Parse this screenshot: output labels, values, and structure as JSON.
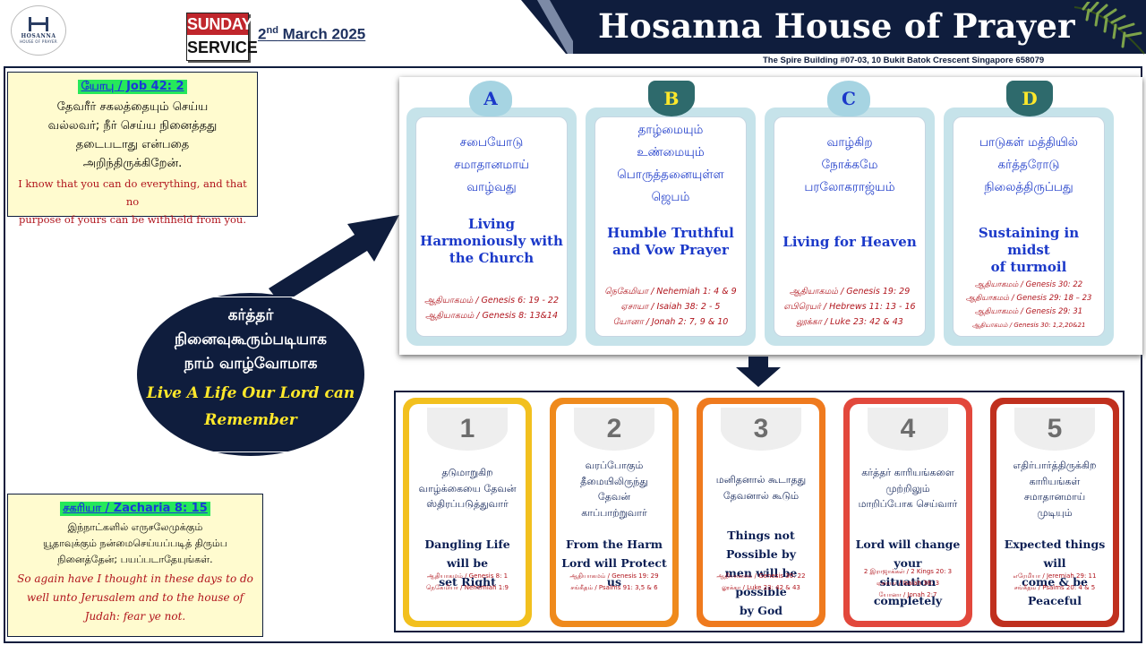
{
  "header": {
    "logo_top": "HOSANNA",
    "logo_bottom": "HOUSE OF PRAYER",
    "service_line1": "SUNDAY",
    "service_line2": "SERVICE",
    "date_day": "2",
    "date_suffix": "nd",
    "date_rest": " March 2025",
    "church_name": "Hosanna House of Prayer",
    "address": "The Spire Building #07-03, 10 Bukit Batok Crescent Singapore 658079"
  },
  "verse_top": {
    "reference": "யோபு / Job 42: 2",
    "tamil_lines": [
      "தேவரீர் சகலத்தையும் செய்ய",
      "வல்லவர்; நீர் செய்ய நினைத்தது",
      "தடைபடாது என்பதை",
      "அறிந்திருக்கிறேன்."
    ],
    "english_lines": [
      "I know that you can do everything, and that no",
      "purpose of yours can be withheld from you."
    ]
  },
  "verse_bottom": {
    "reference": "சகரியா / Zacharia 8: 15",
    "tamil_lines": [
      "இந்நாட்களில் எருசலேமுக்கும்",
      "யூதாவுக்கும் நன்மைசெய்யப்படித் திரும்ப",
      "நினைத்தேன்; பயப்படாதேயுங்கள்."
    ],
    "english_lines": [
      "So again have I thought in these days to do",
      "well unto Jerusalem and to the house of",
      "Judah: fear ye not."
    ]
  },
  "theme": {
    "tamil_lines": [
      "கர்த்தர்",
      "நினைவுகூரும்படியாக",
      "நாம் வாழ்வோமாக"
    ],
    "english_lines": [
      "Live A Life Our Lord can",
      "Remember"
    ]
  },
  "top_cards": [
    {
      "letter": "A",
      "tamil_lines": [
        "சபையோடு",
        "சமாதானமாய்",
        "வாழ்வது"
      ],
      "english_lines": [
        "Living",
        "Harmoniously with",
        "the Church"
      ],
      "refs": [
        "ஆதியாகமம் / Genesis 6: 19 - 22",
        "ஆதியாகமம் / Genesis 8: 13&14"
      ]
    },
    {
      "letter": "B",
      "tamil_lines": [
        "தாழ்மையும்",
        "உண்மையும்",
        "பொருத்தனையுள்ள",
        "ஜெபம்"
      ],
      "english_lines": [
        "Humble Truthful",
        "and Vow Prayer"
      ],
      "refs": [
        "நெகேமியா / Nehemiah 1: 4 & 9",
        "ஏசாயா / Isaiah 38: 2 - 5",
        "யோனா / Jonah 2: 7, 9 & 10"
      ]
    },
    {
      "letter": "C",
      "tamil_lines": [
        "வாழ்கிற",
        "நோக்கமே",
        "பரலோகராஜ்யம்"
      ],
      "english_lines": [
        "Living for Heaven"
      ],
      "refs": [
        "ஆதியாகமம் / Genesis 19: 29",
        "எபிரெயர் / Hebrews 11: 13 - 16",
        "லூக்கா / Luke 23: 42 & 43"
      ]
    },
    {
      "letter": "D",
      "tamil_lines": [
        "பாடுகள் மத்தியில்",
        "கர்த்தரோடு",
        "நிலைத்திருப்பது"
      ],
      "english_lines": [
        "Sustaining in midst",
        "of turmoil"
      ],
      "refs": [
        "ஆதியாகமம் / Genesis 30: 22",
        "ஆதியாகமம் / Genesis 29: 18 – 23",
        "ஆதியாகமம் / Genesis 29: 31",
        "ஆதியாகமம் / Genesis 30: 1,2,20&21"
      ]
    }
  ],
  "bottom_cards": [
    {
      "number": "1",
      "tamil_lines": [
        "தடுமாறுகிற",
        "வாழ்க்கையை தேவன்",
        "ஸ்திரப்படுத்துவார்"
      ],
      "english_lines": [
        "Dangling Life will be",
        "set Right"
      ],
      "refs": [
        "ஆதியாகமம் / Genesis 8: 1",
        "நெகேமியா / Nehemiah 1:9"
      ]
    },
    {
      "number": "2",
      "tamil_lines": [
        "வரப்போகும்",
        "தீமையிலிருந்து",
        "தேவன்",
        "காப்பாற்றுவார்"
      ],
      "english_lines": [
        "From the Harm",
        "Lord will Protect us"
      ],
      "refs": [
        "ஆதியாகமம் / Genesis 19: 29",
        "சங்கீதம் / Psalms 91: 3,5 & 6"
      ]
    },
    {
      "number": "3",
      "tamil_lines": [
        "மனிதனால் கூடாதது",
        "தேவனால் கூடும்"
      ],
      "english_lines": [
        "Things not Possible by",
        "men will be possible",
        "by God"
      ],
      "refs": [
        "ஆதியாகமம் / Genesis 30: 22",
        "லூக்கா / Luke 23: 42 & 43"
      ]
    },
    {
      "number": "4",
      "tamil_lines": [
        "கர்த்தர் காரியங்களை",
        "முற்றிலும்",
        "மாறிப்போக செய்வார்"
      ],
      "english_lines": [
        "Lord will change your",
        "situation completely"
      ],
      "refs": [
        "2 இராஜாக்கள் / 2 Kings 20: 3",
        "ஏசாயா / Isaiah 38: 3",
        "யோனா / Jonah 2:7"
      ]
    },
    {
      "number": "5",
      "tamil_lines": [
        "எதிர்பார்த்திருக்கிற",
        "காரியங்கள்",
        "சமாதானமாய்",
        "முடியும்"
      ],
      "english_lines": [
        "Expected things will",
        "come & be Peaceful"
      ],
      "refs": [
        "எரேமியா / Jeremiah 29: 11",
        "சங்கீதம் / Psalms 20: 4 & 5"
      ]
    }
  ],
  "colors": {
    "navy": "#0f1d3d",
    "card_top_a": "#b9dde6",
    "card_top_b": "#b9dde6",
    "tab_circle": "#a6d4e2",
    "tab_teal": "#2e6a6c",
    "bottom_borders": [
      "#f2c01e",
      "#ef8a1c",
      "#ef7a1e",
      "#e2483c",
      "#c0301e"
    ]
  }
}
